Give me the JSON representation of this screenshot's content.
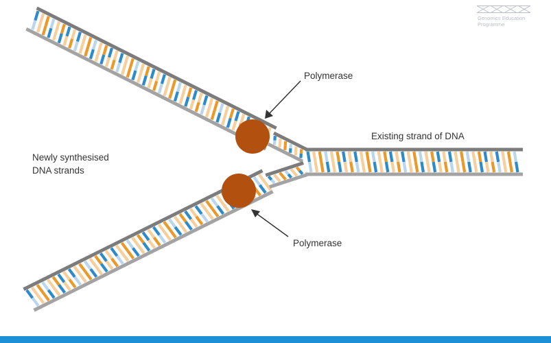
{
  "logo": {
    "line1": "Genomics Education",
    "line2": "Programme"
  },
  "labels": {
    "newly_line1": "Newly synthesised",
    "newly_line2": "DNA strands",
    "polymerase_top": "Polymerase",
    "polymerase_bottom": "Polymerase",
    "existing": "Existing strand of DNA"
  },
  "colors": {
    "backbone": "#a3a3a3",
    "backbone_dark": "#7c7c7c",
    "base_blue": "#2e8bc8",
    "base_light_blue": "#b9d6ec",
    "base_orange": "#e99a2c",
    "base_peach": "#f6cf9c",
    "polymerase": "#b2500f",
    "arrow": "#333333",
    "bar": "#1c8fd6"
  }
}
